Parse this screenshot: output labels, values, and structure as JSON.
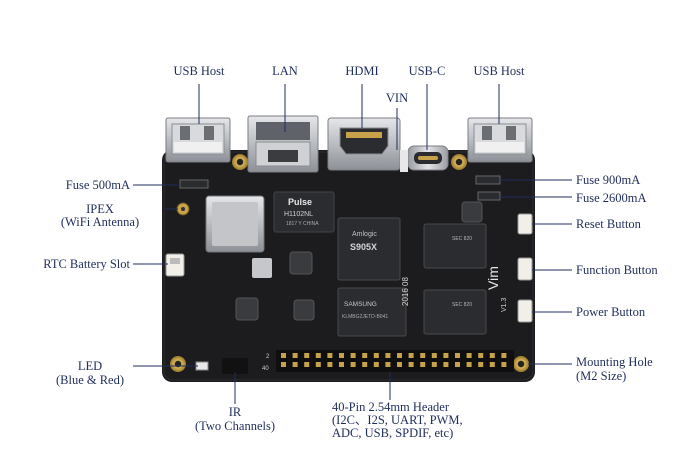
{
  "labels": {
    "usb_host_left": "USB Host",
    "lan": "LAN",
    "hdmi": "HDMI",
    "usb_c": "USB-C",
    "usb_host_right": "USB Host",
    "vin": "VIN",
    "fuse_500": "Fuse 500mA",
    "ipex_line1": "IPEX",
    "ipex_line2": "(WiFi Antenna)",
    "rtc": "RTC Battery Slot",
    "led_line1": "LED",
    "led_line2": "(Blue & Red)",
    "ir_line1": "IR",
    "ir_line2": "(Two Channels)",
    "header_line1": "40-Pin 2.54mm Header",
    "header_line2": "(I2C、I2S, UART, PWM,",
    "header_line3": "ADC, USB, SPDIF, etc)",
    "fuse_900": "Fuse 900mA",
    "fuse_2600": "Fuse 2600mA",
    "reset": "Reset Button",
    "function": "Function Button",
    "power": "Power Button",
    "mount_line1": "Mounting Hole",
    "mount_line2": "(M2 Size)"
  },
  "board_text": {
    "pulse_brand": "Pulse",
    "pulse_part": "H1102NL",
    "pulse_sub": "1817  Y CHINA",
    "soc_brand": "Amlogic",
    "soc_part": "S905X",
    "emmc_brand": "SAMSUNG",
    "emmc_part": "KLMBG2JETD-B041",
    "date_print": "2016 08",
    "model_print": "Vim",
    "model_version": "V1.3",
    "ram_part": "SEC 820",
    "pin_40": "40",
    "pin_2": "2"
  },
  "colors": {
    "label_text": "#1f2d5c",
    "board": "#1c1c1e",
    "connector_metal": "#c9cbcf",
    "chip": "#2a2c30",
    "gold": "#c8a24a"
  }
}
